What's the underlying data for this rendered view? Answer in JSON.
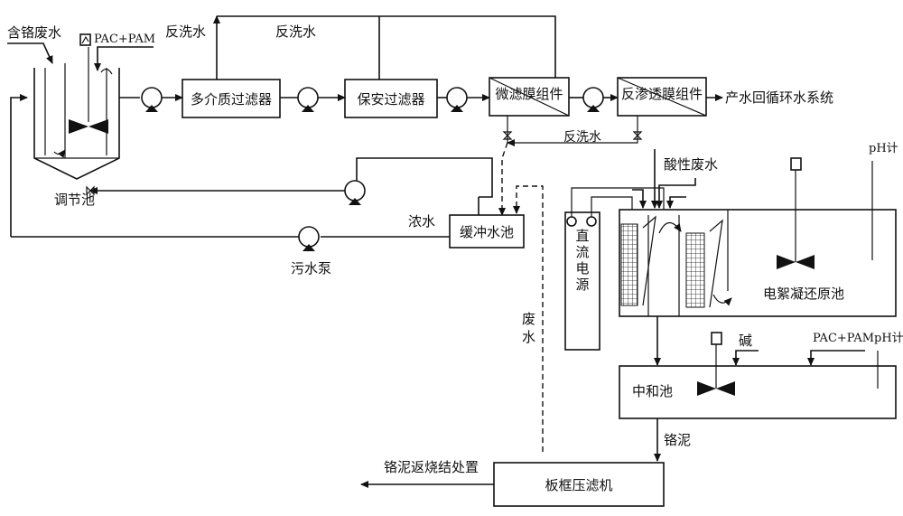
{
  "labels": {
    "chromium_wastewater": "含铬废水",
    "pac_pam_top": "PAC+PAM",
    "backwash_1": "反洗水",
    "backwash_2": "反洗水",
    "backwash_3": "反洗水",
    "product_water": "产水回循环水系统",
    "regulating_tank": "调节池",
    "concentrate": "浓水",
    "sewage_pump": "污水泵",
    "waste_water": "废水",
    "acidic_wastewater": "酸性废水",
    "ph_meter_1": "pH计",
    "ph_meter_2": "pH计",
    "alkali": "碱",
    "pac_pam_right": "PAC+PAM",
    "chromium_sludge": "铬泥",
    "sludge_return": "铬泥返烧结处置"
  },
  "units": {
    "multimedia_filter": "多介质过滤器",
    "security_filter": "保安过滤器",
    "microfiltration": "微滤膜组件",
    "reverse_osmosis": "反渗透膜组件",
    "buffer_tank": "缓冲水池",
    "dc_power": "直流电源",
    "electro_flocculation": "电絮凝还原池",
    "neutralization": "中和池",
    "filter_press": "板框压滤机"
  },
  "colors": {
    "line": "#111111",
    "background": "#ffffff"
  }
}
